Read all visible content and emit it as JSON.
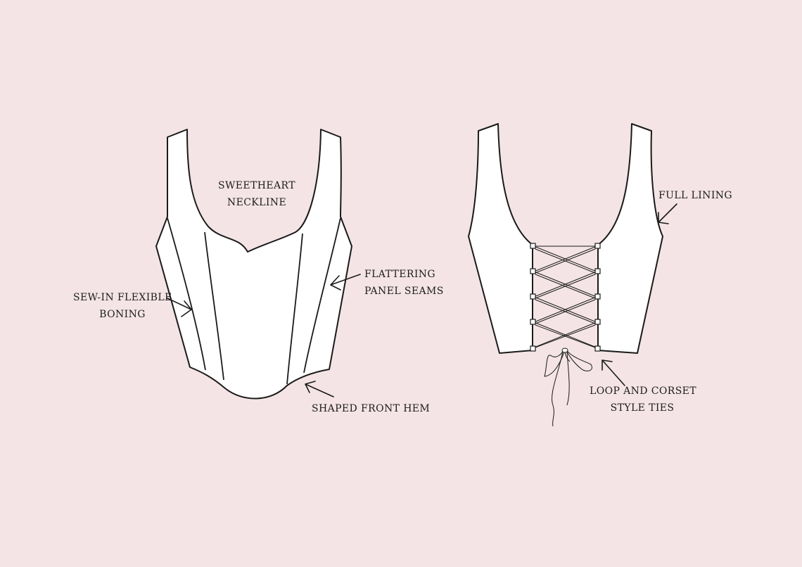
{
  "labels": {
    "sweetheart_line1": "SWEETHEART",
    "sweetheart_line2": "NECKLINE",
    "boning_line1": "SEW-IN FLEXIBLE",
    "boning_line2": "BONING",
    "panel_line1": "FLATTERING",
    "panel_line2": "PANEL SEAMS",
    "hem": "SHAPED FRONT HEM",
    "lining": "FULL LINING",
    "ties_line1": "LOOP AND CORSET",
    "ties_line2": "STYLE TIES"
  },
  "colors": {
    "background": "#f4e4e5",
    "garment_fill": "#ffffff",
    "line": "#1a1a1a"
  },
  "views": [
    "front",
    "back"
  ]
}
